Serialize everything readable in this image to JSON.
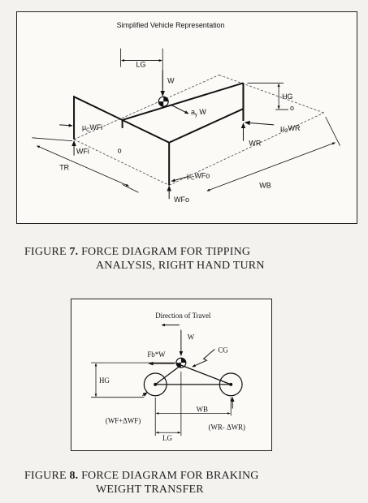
{
  "figure1": {
    "title": "Simplified Vehicle Representation",
    "labels": {
      "lg": "LG",
      "w": "W",
      "hg": "HG",
      "o_top": "o",
      "ay_w": "a",
      "ay_w_sub": "y",
      "ay_w_tail": " W",
      "uc_wfi": "μ",
      "uc_wfi_sub": "C",
      "uc_wfi_tail": "WFi",
      "uc_wr": "μ",
      "uc_wr_sub": "C",
      "uc_wr_tail": "WR",
      "wfi": "WFi",
      "o_left": "o",
      "wr": "WR",
      "tr": "TR",
      "uc_wfo": "μ",
      "uc_wfo_sub": "C",
      "uc_wfo_tail": "WFo",
      "wb": "WB",
      "wfo": "WFo"
    },
    "caption_prefix": "FIGURE ",
    "caption_num": "7.",
    "caption_line1": " FORCE DIAGRAM FOR TIPPING",
    "caption_line2": "ANALYSIS, RIGHT HAND TURN"
  },
  "figure2": {
    "direction": "Direction of Travel",
    "labels": {
      "w": "W",
      "fbw": "Fb*W",
      "cg": "CG",
      "hg": "HG",
      "wb": "WB",
      "wf": "(WF+ΔWF)",
      "wr": "(WR- ΔWR)",
      "lg": "LG"
    },
    "caption_prefix": "FIGURE ",
    "caption_num": "8.",
    "caption_line1": " FORCE DIAGRAM FOR BRAKING",
    "caption_line2": "WEIGHT TRANSFER"
  }
}
